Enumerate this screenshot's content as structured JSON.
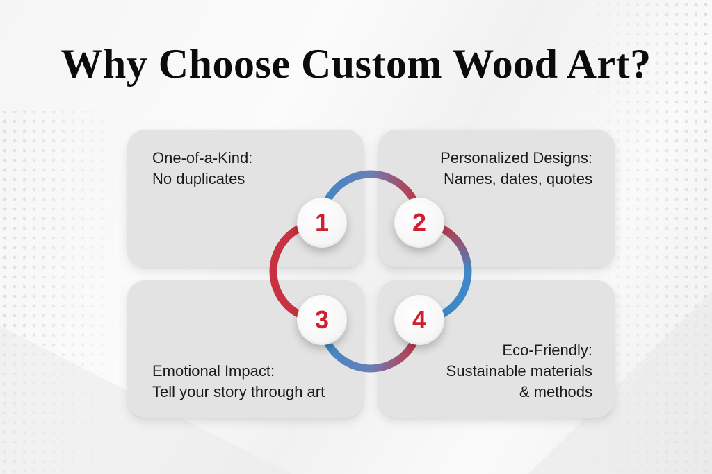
{
  "title": "Why Choose Custom Wood Art?",
  "colors": {
    "number": "#d01f2e",
    "ring_red": "#c8313f",
    "ring_blue": "#3e88c8",
    "card_bg": "#e3e3e3"
  },
  "items": [
    {
      "number": "1",
      "lines": [
        "One-of-a-Kind:",
        "No duplicates"
      ]
    },
    {
      "number": "2",
      "lines": [
        "Personalized Designs:",
        "Names, dates, quotes"
      ]
    },
    {
      "number": "3",
      "lines": [
        "Emotional Impact:",
        "Tell your story through art"
      ]
    },
    {
      "number": "4",
      "lines": [
        "Eco-Friendly:",
        "Sustainable materials",
        "& methods"
      ]
    }
  ]
}
